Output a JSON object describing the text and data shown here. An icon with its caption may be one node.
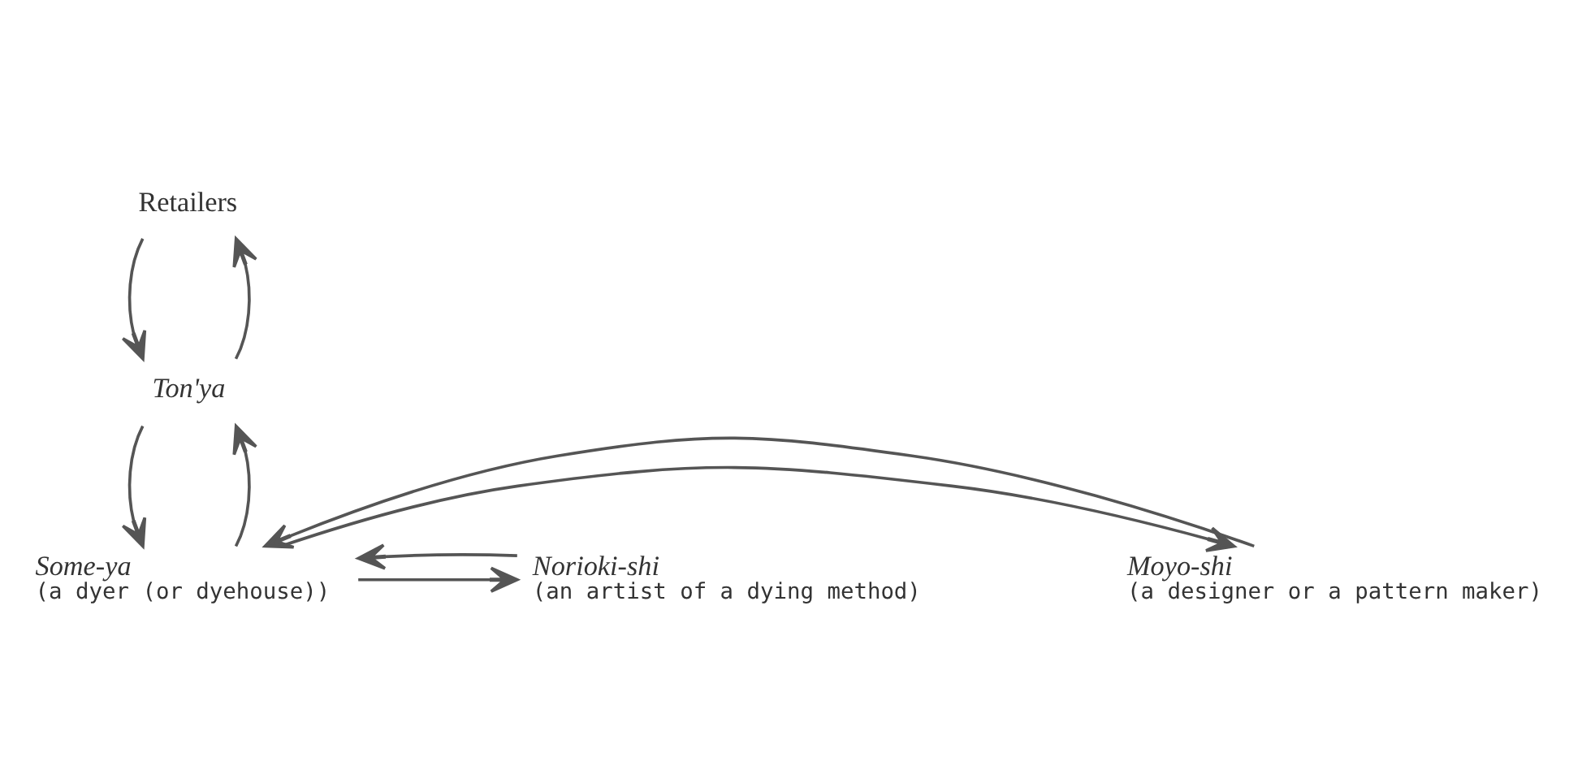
{
  "diagram": {
    "nodes": [
      {
        "text": [
          "Retailers"
        ]
      },
      {
        "text": [
          "Ton'ya"
        ]
      },
      {
        "text": [
          "Moyo-shi",
          "(a designer or a pattern maker)"
        ]
      },
      {
        "text": [
          "Some-ya",
          "(a dyer (or dyehouse))"
        ]
      },
      {
        "text": [
          "Norioki-shi",
          "(an artist of a dying method)"
        ]
      }
    ],
    "edges": [
      {
        "from": 0,
        "to": 1,
        "arrow": "to"
      },
      {
        "from": 1,
        "to": 0,
        "arrow": "to"
      },
      {
        "from": 1,
        "to": 3,
        "arrow": "to"
      },
      {
        "from": 3,
        "to": 1,
        "arrow": "to"
      },
      {
        "from": 3,
        "to": 2,
        "arrow": "to"
      },
      {
        "from": 2,
        "to": 3,
        "arrow": "to"
      },
      {
        "from": 3,
        "to": 4,
        "arrow": "to"
      },
      {
        "from": 4,
        "to": 3,
        "arrow": "to"
      }
    ]
  }
}
